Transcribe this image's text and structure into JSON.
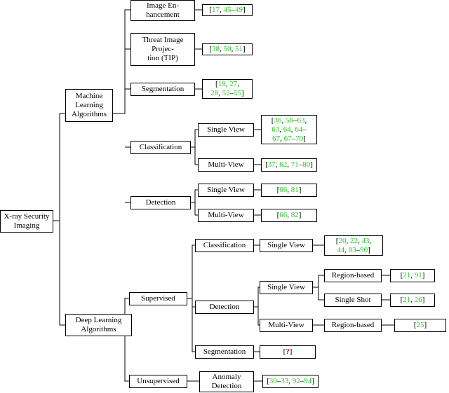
{
  "root": "X-ray Security\nImaging",
  "ml": {
    "label": "Machine\nLearning\nAlgorithms",
    "image_enhancement": {
      "label": "Image En-\nhancement",
      "refs": [
        "17",
        ", ",
        "45",
        "–",
        "49"
      ]
    },
    "tip": {
      "label": "Threat Image\nProjec-\ntion (TIP)",
      "refs": [
        "38",
        ", ",
        "50",
        ", ",
        "51"
      ]
    },
    "segmentation": {
      "label": "Segmentation",
      "refs": [
        "19",
        ", ",
        "27",
        ",\n",
        "28",
        ", ",
        "52",
        "–",
        "55"
      ]
    },
    "classification": {
      "label": "Classification",
      "single_view": {
        "label": "Single View",
        "refs": [
          "36",
          ", ",
          "56",
          "–",
          "63",
          ",\n",
          "63",
          ", ",
          "64",
          ", ",
          "64",
          "–\n",
          "67",
          ", ",
          "67",
          "–",
          "70"
        ]
      },
      "multi_view": {
        "label": "Multi-View",
        "refs": [
          "37",
          ", ",
          "62",
          ", ",
          "71",
          "–",
          "80"
        ]
      }
    },
    "detection": {
      "label": "Detection",
      "single_view": {
        "label": "Single View",
        "refs": [
          "66",
          ", ",
          "81"
        ]
      },
      "multi_view": {
        "label": "Multi-View",
        "refs": [
          "66",
          ", ",
          "82"
        ]
      }
    }
  },
  "dl": {
    "label": "Deep Learning\nAlgorithms",
    "supervised": {
      "label": "Supervised",
      "classification": {
        "label": "Classification",
        "single_view": {
          "label": "Single View",
          "refs": [
            "20",
            ", ",
            "22",
            ", ",
            "43",
            ",\n",
            "44",
            ", ",
            "83",
            "–",
            "90"
          ]
        }
      },
      "detection": {
        "label": "Detection",
        "single_view": {
          "label": "Single View",
          "region_based": {
            "label": "Region-based",
            "refs": [
              "21",
              ", ",
              "91"
            ]
          },
          "single_shot": {
            "label": "Single Shot",
            "refs": [
              "21",
              ", ",
              "26"
            ]
          }
        },
        "multi_view": {
          "label": "Multi-View",
          "region_based": {
            "label": "Region-based",
            "refs": [
              "25"
            ]
          }
        }
      },
      "segmentation": {
        "label": "Segmentation",
        "refs_missing": "?"
      }
    },
    "unsupervised": {
      "label": "Unsupervised",
      "anomaly": {
        "label": "Anomaly\nDetection",
        "refs": [
          "30",
          "–",
          "33",
          ", ",
          "92",
          "–",
          "94"
        ]
      }
    }
  }
}
